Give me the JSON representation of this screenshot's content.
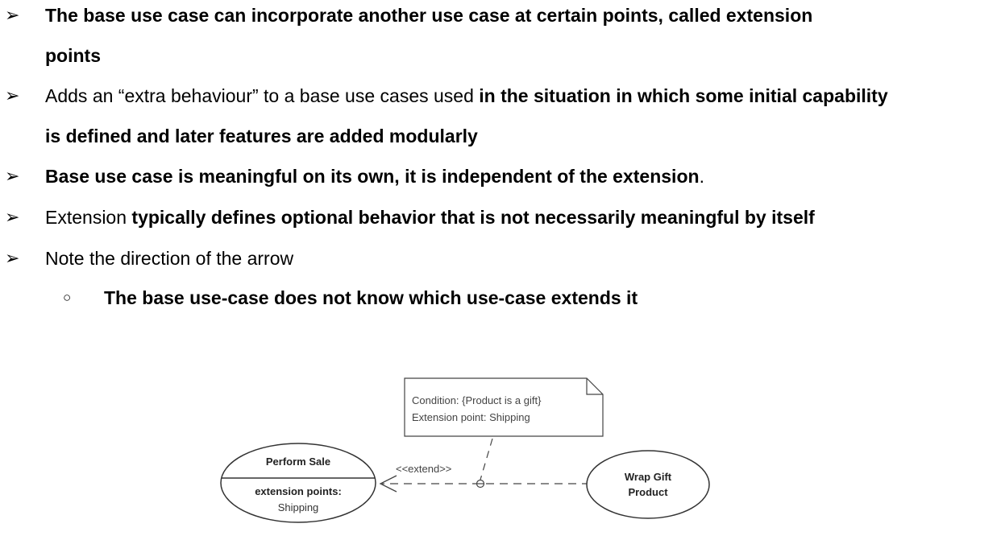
{
  "bullets": [
    {
      "parts": [
        {
          "text": "The base use case can incorporate another use case at certain points, called extension",
          "bold": true
        }
      ],
      "continuation": [
        {
          "text": "points",
          "bold": true
        }
      ]
    },
    {
      "parts": [
        {
          "text": "Adds an “extra behaviour” to a base use cases used ",
          "bold": false
        },
        {
          "text": "in the situation in which some initial capability",
          "bold": true
        }
      ],
      "continuation": [
        {
          "text": "is defined and later features are added modularly",
          "bold": true
        }
      ]
    },
    {
      "parts": [
        {
          "text": "Base use case is meaningful on its own, it is independent of the extension",
          "bold": true
        },
        {
          "text": ".",
          "bold": false
        }
      ]
    },
    {
      "parts": [
        {
          "text": "Extension ",
          "bold": false
        },
        {
          "text": "typically defines optional behavior that is not necessarily meaningful by itself",
          "bold": true
        }
      ]
    },
    {
      "parts": [
        {
          "text": "Note the direction of the arrow",
          "bold": false
        }
      ]
    }
  ],
  "sub_bullet": {
    "text": "The base use-case does not know which use-case extends it"
  },
  "markers": {
    "bullet": "➢",
    "sub_bullet": "○"
  },
  "diagram": {
    "note": {
      "line1": "Condition: {Product is a gift}",
      "line2": "Extension point: Shipping"
    },
    "base_use_case": {
      "name": "Perform Sale",
      "compartment_title": "extension points:",
      "extension_point": "Shipping"
    },
    "extending_use_case": {
      "line1": "Wrap Gift",
      "line2": "Product"
    },
    "relationship_label": "<<extend>>"
  }
}
